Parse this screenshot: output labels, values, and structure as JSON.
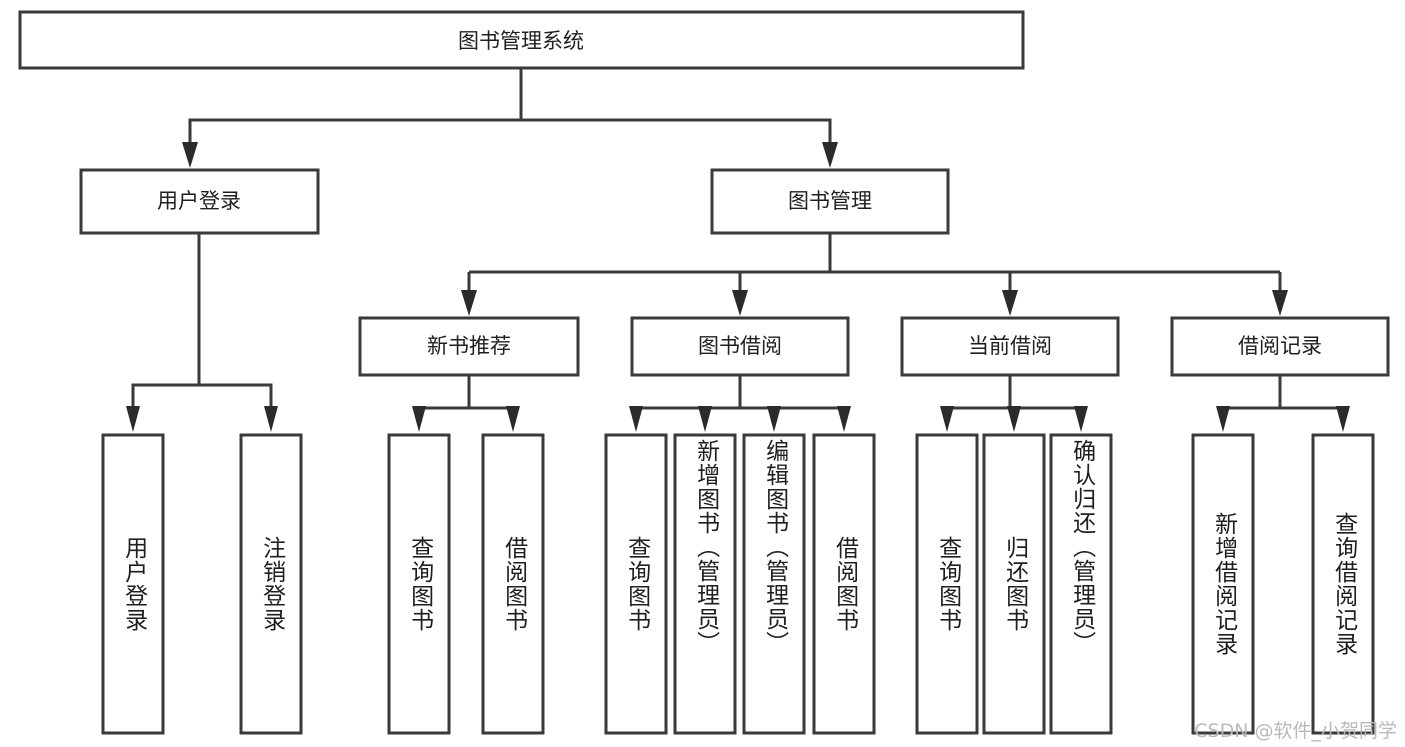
{
  "diagram": {
    "type": "tree",
    "title": "图书管理系统",
    "orientation": "top-down",
    "levels": 4,
    "root": {
      "id": "root",
      "label": "图书管理系统"
    },
    "level2": [
      {
        "id": "user-login",
        "label": "用户登录"
      },
      {
        "id": "book-management",
        "label": "图书管理"
      }
    ],
    "level3": [
      {
        "id": "new-book-recommend",
        "label": "新书推荐",
        "parent": "book-management"
      },
      {
        "id": "book-borrow",
        "label": "图书借阅",
        "parent": "book-management"
      },
      {
        "id": "current-borrow",
        "label": "当前借阅",
        "parent": "book-management"
      },
      {
        "id": "borrow-record",
        "label": "借阅记录",
        "parent": "book-management"
      }
    ],
    "leaves": {
      "user-login": [
        {
          "id": "leaf-user-login",
          "label": "用户登录"
        },
        {
          "id": "leaf-user-logout",
          "label": "注销登录"
        }
      ],
      "new-book-recommend": [
        {
          "id": "leaf-query-book-1",
          "label": "查询图书"
        },
        {
          "id": "leaf-borrow-book-1",
          "label": "借阅图书"
        }
      ],
      "book-borrow": [
        {
          "id": "leaf-query-book-2",
          "label": "查询图书"
        },
        {
          "id": "leaf-add-book",
          "label": "新增图书（管理员）"
        },
        {
          "id": "leaf-edit-book",
          "label": "编辑图书（管理员）"
        },
        {
          "id": "leaf-borrow-book-2",
          "label": "借阅图书"
        }
      ],
      "current-borrow": [
        {
          "id": "leaf-query-book-3",
          "label": "查询图书"
        },
        {
          "id": "leaf-return-book",
          "label": "归还图书"
        },
        {
          "id": "leaf-confirm-return",
          "label": "确认归还（管理员）"
        }
      ],
      "borrow-record": [
        {
          "id": "leaf-add-record",
          "label": "新增借阅记录"
        },
        {
          "id": "leaf-query-record",
          "label": "查询借阅记录"
        }
      ]
    }
  },
  "watermark": {
    "text": "CSDN @软件_小贺同学"
  },
  "colors": {
    "box_stroke": "#3a3a3a",
    "connector": "#3a3a3a",
    "text": "#1f1f1f",
    "background": "#ffffff",
    "watermark": "#b9b9b9"
  }
}
